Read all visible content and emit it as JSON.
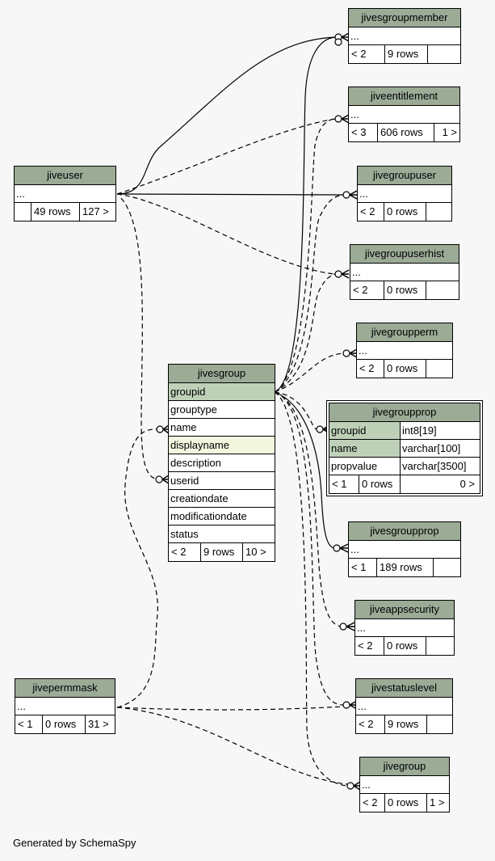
{
  "tables": {
    "jivesgroupmember": {
      "name": "jivesgroupmember",
      "row": "...",
      "parents": "< 2",
      "rows": "9 rows",
      "children": ""
    },
    "jiveentitlement": {
      "name": "jiveentitlement",
      "row": "...",
      "parents": "< 3",
      "rows": "606 rows",
      "children": "1 >"
    },
    "jiveuser": {
      "name": "jiveuser",
      "row": "...",
      "parents": "",
      "rows": "49 rows",
      "children": "127 >"
    },
    "jivegroupuser": {
      "name": "jivegroupuser",
      "row": "...",
      "parents": "< 2",
      "rows": "0 rows",
      "children": ""
    },
    "jivegroupuserhist": {
      "name": "jivegroupuserhist",
      "row": "...",
      "parents": "< 2",
      "rows": "0 rows",
      "children": ""
    },
    "jivegroupperm": {
      "name": "jivegroupperm",
      "row": "...",
      "parents": "< 2",
      "rows": "0 rows",
      "children": ""
    },
    "jivesgroup": {
      "name": "jivesgroup",
      "columns": [
        "groupid",
        "grouptype",
        "name",
        "displayname",
        "description",
        "userid",
        "creationdate",
        "modificationdate",
        "status"
      ],
      "parents": "< 2",
      "rows": "9 rows",
      "children": "10 >"
    },
    "jivegroupprop_focus": {
      "name": "jivegroupprop",
      "columns": [
        {
          "name": "groupid",
          "type": "int8[19]"
        },
        {
          "name": "name",
          "type": "varchar[100]"
        },
        {
          "name": "propvalue",
          "type": "varchar[3500]"
        }
      ],
      "parents": "< 1",
      "rows": "0 rows",
      "children": "0 >"
    },
    "jivesgroupprop": {
      "name": "jivesgroupprop",
      "row": "...",
      "parents": "< 1",
      "rows": "189 rows",
      "children": ""
    },
    "jiveappsecurity": {
      "name": "jiveappsecurity",
      "row": "...",
      "parents": "< 2",
      "rows": "0 rows",
      "children": ""
    },
    "jivepermmask": {
      "name": "jivepermmask",
      "row": "...",
      "parents": "< 1",
      "rows": "0 rows",
      "children": "31 >"
    },
    "jivestatuslevel": {
      "name": "jivestatuslevel",
      "row": "...",
      "parents": "< 2",
      "rows": "9 rows",
      "children": ""
    },
    "jivegroup": {
      "name": "jivegroup",
      "row": "...",
      "parents": "< 2",
      "rows": "0 rows",
      "children": "1 >"
    }
  },
  "footer": "Generated by SchemaSpy",
  "colors": {
    "header": "#9bab96",
    "primary_key": "#bed1b8",
    "indexed": "#f4f7e0",
    "background": "#f7f7f7"
  }
}
